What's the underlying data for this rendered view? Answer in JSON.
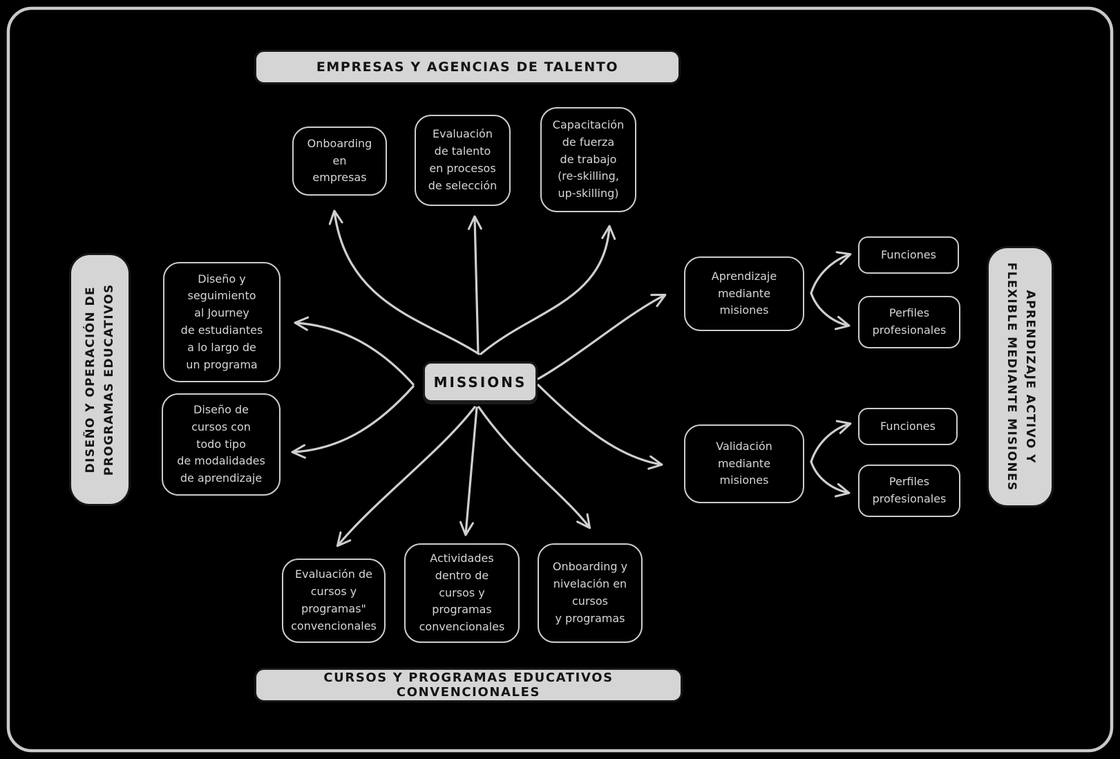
{
  "diagram": {
    "center": {
      "label": "MISSIONS"
    },
    "banners": {
      "top": "EMPRESAS Y AGENCIAS DE TALENTO",
      "bottom": "CURSOS Y PROGRAMAS EDUCATIVOS CONVENCIONALES",
      "left": "DISEÑO Y OPERACIÓN DE\nPROGRAMAS EDUCATIVOS",
      "right": "APRENDIZAJE ACTIVO Y\nFLEXIBLE MEDIANTE MISIONES"
    },
    "nodes": {
      "onboarding_empresas": "Onboarding\nen\nempresas",
      "evaluacion_talento": "Evaluación\nde talento\nen procesos\nde selección",
      "capacitacion_fuerza": "Capacitación\nde fuerza\nde trabajo\n(re-skilling,\nup-skilling)",
      "diseno_seguimiento": "Diseño y\nseguimiento\nal Journey\nde estudiantes\na lo largo de\nun programa",
      "diseno_cursos": "Diseño de\ncursos con\ntodo tipo\nde modalidades\nde aprendizaje",
      "aprendizaje_misiones": "Aprendizaje\nmediante\nmisiones",
      "funciones_aprendizaje": "Funciones",
      "perfiles_aprendizaje": "Perfiles\nprofesionales",
      "validacion_misiones": "Validación\nmediante\nmisiones",
      "funciones_validacion": "Funciones",
      "perfiles_validacion": "Perfiles\nprofesionales",
      "evaluacion_cursos": "Evaluación de\ncursos y\nprogramas\"\nconvencionales",
      "actividades_cursos": "Actividades\ndentro de\ncursos y\nprogramas\nconvencionales",
      "onboarding_nivelacion": "Onboarding y\nnivelación en\ncursos\ny programas"
    },
    "colors": {
      "background": "#000000",
      "frame": "#c9c9c9",
      "banner_fill": "#d5d5d5",
      "banner_text": "#141414",
      "node_border": "#cccccc",
      "node_text": "#d6d6d6",
      "center_fill": "#d5d5d5",
      "center_text": "#111111",
      "arrow": "#cfcfcf"
    }
  }
}
